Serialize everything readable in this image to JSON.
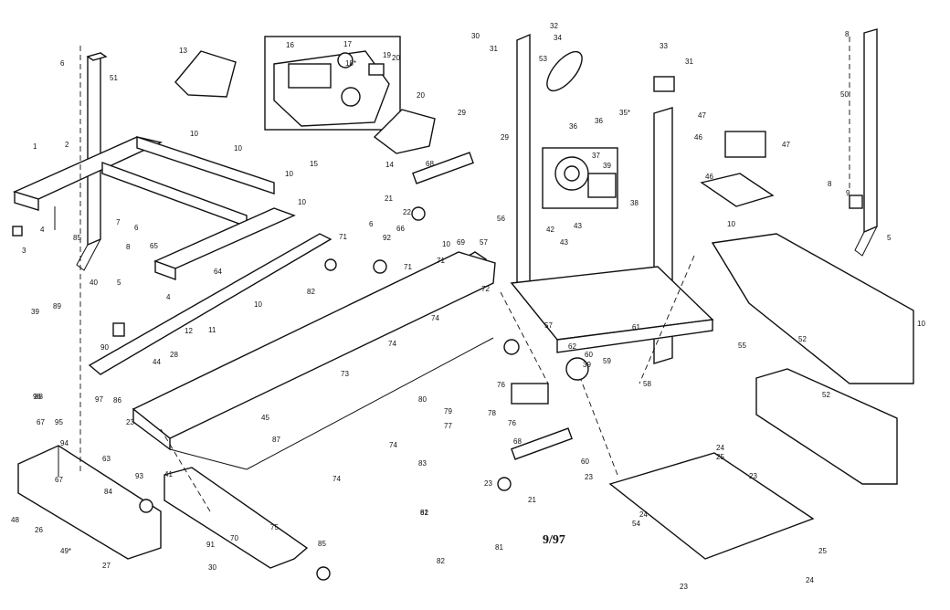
{
  "diagram": {
    "date": "9/97",
    "callouts": [
      {
        "id": "c1",
        "text": "1"
      },
      {
        "id": "c2",
        "text": "2"
      },
      {
        "id": "c3",
        "text": "3"
      },
      {
        "id": "c4a",
        "text": "4"
      },
      {
        "id": "c4b",
        "text": "4"
      },
      {
        "id": "c5a",
        "text": "5"
      },
      {
        "id": "c5b",
        "text": "5"
      },
      {
        "id": "c6a",
        "text": "6"
      },
      {
        "id": "c6b",
        "text": "6"
      },
      {
        "id": "c6c",
        "text": "6"
      },
      {
        "id": "c7",
        "text": "7"
      },
      {
        "id": "c8a",
        "text": "8"
      },
      {
        "id": "c8b",
        "text": "8"
      },
      {
        "id": "c8c",
        "text": "8"
      },
      {
        "id": "c9",
        "text": "9"
      },
      {
        "id": "c10a",
        "text": "10"
      },
      {
        "id": "c10b",
        "text": "10"
      },
      {
        "id": "c10c",
        "text": "10"
      },
      {
        "id": "c10d",
        "text": "10"
      },
      {
        "id": "c10e",
        "text": "10"
      },
      {
        "id": "c10f",
        "text": "10"
      },
      {
        "id": "c10g",
        "text": "10"
      },
      {
        "id": "c10h",
        "text": "10"
      },
      {
        "id": "c11",
        "text": "11"
      },
      {
        "id": "c12",
        "text": "12"
      },
      {
        "id": "c13",
        "text": "13"
      },
      {
        "id": "c14",
        "text": "14"
      },
      {
        "id": "c15",
        "text": "15"
      },
      {
        "id": "c16",
        "text": "16"
      },
      {
        "id": "c17",
        "text": "17"
      },
      {
        "id": "c18",
        "text": "18*"
      },
      {
        "id": "c19",
        "text": "19"
      },
      {
        "id": "c20a",
        "text": "20"
      },
      {
        "id": "c20b",
        "text": "20"
      },
      {
        "id": "c21a",
        "text": "21"
      },
      {
        "id": "c21b",
        "text": "21"
      },
      {
        "id": "c22",
        "text": "22"
      },
      {
        "id": "c23a",
        "text": "23"
      },
      {
        "id": "c23b",
        "text": "23"
      },
      {
        "id": "c23c",
        "text": "23"
      },
      {
        "id": "c23d",
        "text": "23"
      },
      {
        "id": "c23e",
        "text": "23"
      },
      {
        "id": "c24a",
        "text": "24"
      },
      {
        "id": "c24b",
        "text": "24"
      },
      {
        "id": "c24c",
        "text": "24"
      },
      {
        "id": "c25a",
        "text": "25"
      },
      {
        "id": "c25b",
        "text": "25"
      },
      {
        "id": "c26",
        "text": "26"
      },
      {
        "id": "c27",
        "text": "27"
      },
      {
        "id": "c28",
        "text": "28"
      },
      {
        "id": "c29a",
        "text": "29"
      },
      {
        "id": "c29b",
        "text": "29"
      },
      {
        "id": "c30a",
        "text": "30"
      },
      {
        "id": "c30b",
        "text": "30"
      },
      {
        "id": "c31a",
        "text": "31"
      },
      {
        "id": "c31b",
        "text": "31"
      },
      {
        "id": "c32",
        "text": "32"
      },
      {
        "id": "c33",
        "text": "33"
      },
      {
        "id": "c34",
        "text": "34"
      },
      {
        "id": "c35",
        "text": "35*"
      },
      {
        "id": "c36a",
        "text": "36"
      },
      {
        "id": "c36b",
        "text": "36"
      },
      {
        "id": "c37",
        "text": "37"
      },
      {
        "id": "c38",
        "text": "38"
      },
      {
        "id": "c39a",
        "text": "39"
      },
      {
        "id": "c39b",
        "text": "39"
      },
      {
        "id": "c39c",
        "text": "39"
      },
      {
        "id": "c40",
        "text": "40"
      },
      {
        "id": "c41",
        "text": "41"
      },
      {
        "id": "c42",
        "text": "42"
      },
      {
        "id": "c43a",
        "text": "43"
      },
      {
        "id": "c43b",
        "text": "43"
      },
      {
        "id": "c44",
        "text": "44"
      },
      {
        "id": "c45",
        "text": "45"
      },
      {
        "id": "c46a",
        "text": "46"
      },
      {
        "id": "c46b",
        "text": "46"
      },
      {
        "id": "c47a",
        "text": "47"
      },
      {
        "id": "c47b",
        "text": "47"
      },
      {
        "id": "c48",
        "text": "48"
      },
      {
        "id": "c49",
        "text": "49*"
      },
      {
        "id": "c50",
        "text": "50"
      },
      {
        "id": "c51",
        "text": "51"
      },
      {
        "id": "c52a",
        "text": "52"
      },
      {
        "id": "c52b",
        "text": "52"
      },
      {
        "id": "c53",
        "text": "53"
      },
      {
        "id": "c54",
        "text": "54"
      },
      {
        "id": "c55",
        "text": "55"
      },
      {
        "id": "c56",
        "text": "56"
      },
      {
        "id": "c57a",
        "text": "57"
      },
      {
        "id": "c57b",
        "text": "57"
      },
      {
        "id": "c58",
        "text": "58"
      },
      {
        "id": "c59",
        "text": "59"
      },
      {
        "id": "c60a",
        "text": "60"
      },
      {
        "id": "c60b",
        "text": "60"
      },
      {
        "id": "c61a",
        "text": "61"
      },
      {
        "id": "c61b",
        "text": "61"
      },
      {
        "id": "c62",
        "text": "62"
      },
      {
        "id": "c63",
        "text": "63"
      },
      {
        "id": "c64",
        "text": "64"
      },
      {
        "id": "c65",
        "text": "65"
      },
      {
        "id": "c66",
        "text": "66"
      },
      {
        "id": "c67a",
        "text": "67"
      },
      {
        "id": "c67b",
        "text": "67"
      },
      {
        "id": "c68a",
        "text": "68"
      },
      {
        "id": "c68b",
        "text": "68"
      },
      {
        "id": "c69",
        "text": "69"
      },
      {
        "id": "c70",
        "text": "70"
      },
      {
        "id": "c71a",
        "text": "71"
      },
      {
        "id": "c71b",
        "text": "71"
      },
      {
        "id": "c71c",
        "text": "71"
      },
      {
        "id": "c72",
        "text": "72"
      },
      {
        "id": "c73",
        "text": "73"
      },
      {
        "id": "c74a",
        "text": "74"
      },
      {
        "id": "c74b",
        "text": "74"
      },
      {
        "id": "c74c",
        "text": "74"
      },
      {
        "id": "c74d",
        "text": "74"
      },
      {
        "id": "c75",
        "text": "75"
      },
      {
        "id": "c76a",
        "text": "76"
      },
      {
        "id": "c76b",
        "text": "76"
      },
      {
        "id": "c77",
        "text": "77"
      },
      {
        "id": "c78",
        "text": "78"
      },
      {
        "id": "c79",
        "text": "79"
      },
      {
        "id": "c80",
        "text": "80"
      },
      {
        "id": "c81",
        "text": "81"
      },
      {
        "id": "c82a",
        "text": "82"
      },
      {
        "id": "c82b",
        "text": "82"
      },
      {
        "id": "c82c",
        "text": "82"
      },
      {
        "id": "c83",
        "text": "83"
      },
      {
        "id": "c84",
        "text": "84"
      },
      {
        "id": "c85a",
        "text": "85"
      },
      {
        "id": "c85b",
        "text": "85"
      },
      {
        "id": "c86",
        "text": "86"
      },
      {
        "id": "c87",
        "text": "87"
      },
      {
        "id": "c88",
        "text": "88"
      },
      {
        "id": "c89",
        "text": "89"
      },
      {
        "id": "c90",
        "text": "90"
      },
      {
        "id": "c91",
        "text": "91"
      },
      {
        "id": "c92",
        "text": "92"
      },
      {
        "id": "c93",
        "text": "93"
      },
      {
        "id": "c94",
        "text": "94"
      },
      {
        "id": "c95",
        "text": "95"
      },
      {
        "id": "c96",
        "text": "96"
      },
      {
        "id": "c97",
        "text": "97"
      }
    ]
  }
}
